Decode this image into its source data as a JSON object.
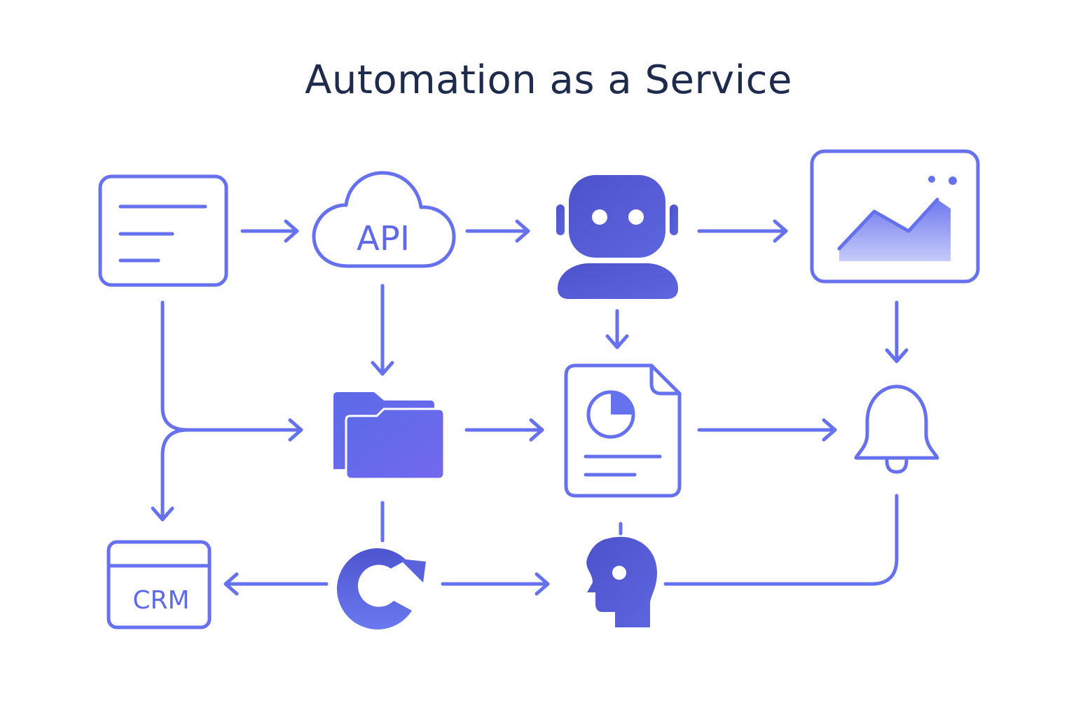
{
  "title": "Automation as a Service",
  "colors": {
    "primary": "#6671ee",
    "primary_dark": "#4f56d4",
    "title": "#1f2b4d",
    "background": "#ffffff"
  },
  "nodes": {
    "document": {
      "icon": "document-lines-icon"
    },
    "api": {
      "icon": "cloud-icon",
      "label": "API"
    },
    "robot": {
      "icon": "robot-icon"
    },
    "dashboard": {
      "icon": "chart-window-icon"
    },
    "folder": {
      "icon": "folder-icon"
    },
    "report": {
      "icon": "report-pie-icon"
    },
    "bell": {
      "icon": "bell-icon"
    },
    "crm": {
      "icon": "browser-window-icon",
      "label": "CRM"
    },
    "sync": {
      "icon": "refresh-icon"
    },
    "ai_head": {
      "icon": "ai-head-icon"
    }
  }
}
